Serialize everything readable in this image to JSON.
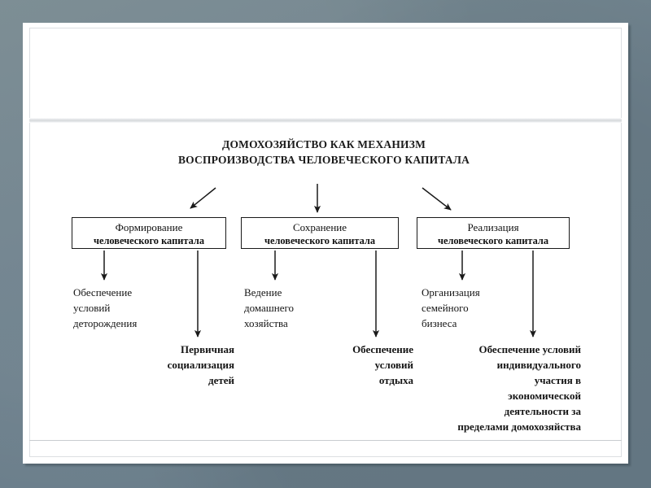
{
  "slide": {
    "background_color": "#6e818d",
    "surface_color": "#ffffff",
    "title_placeholder_text": ""
  },
  "diagram": {
    "title_line1": "ДОМОХОЗЯЙСТВО КАК МЕХАНИЗМ",
    "title_line2": "ВОСПРОИЗВОДСТВА ЧЕЛОВЕЧЕСКОГО КАПИТАЛА",
    "boxes": [
      {
        "line1": "Формирование",
        "line2": "человеческого капитала"
      },
      {
        "line1": "Сохранение",
        "line2": "человеческого капитала"
      },
      {
        "line1": "Реализация",
        "line2": "человеческого капитала"
      }
    ],
    "leaves": {
      "childbirth": "Обеспечение\nусловий\nдеторождения",
      "childbirth_l1": "Обеспечение",
      "childbirth_l2": "условий",
      "childbirth_l3": "деторождения",
      "socialization_l1": "Первичная",
      "socialization_l2": "социализация",
      "socialization_l3": "детей",
      "household_l1": "Ведение",
      "household_l2": "домашнего",
      "household_l3": "хозяйства",
      "leisure_l1": "Обеспечение",
      "leisure_l2": "условий",
      "leisure_l3": "отдыха",
      "family_business_l1": "Организация",
      "family_business_l2": "семейного",
      "family_business_l3": "бизнеса",
      "econ_participation_l1": "Обеспечение условий",
      "econ_participation_l2": "индивидуального",
      "econ_participation_l3": "участия в",
      "econ_participation_l4": "экономической",
      "econ_participation_l5": "деятельности за",
      "econ_participation_l6": "пределами домохозяйства"
    },
    "arrow_color": "#1a1a1a"
  }
}
